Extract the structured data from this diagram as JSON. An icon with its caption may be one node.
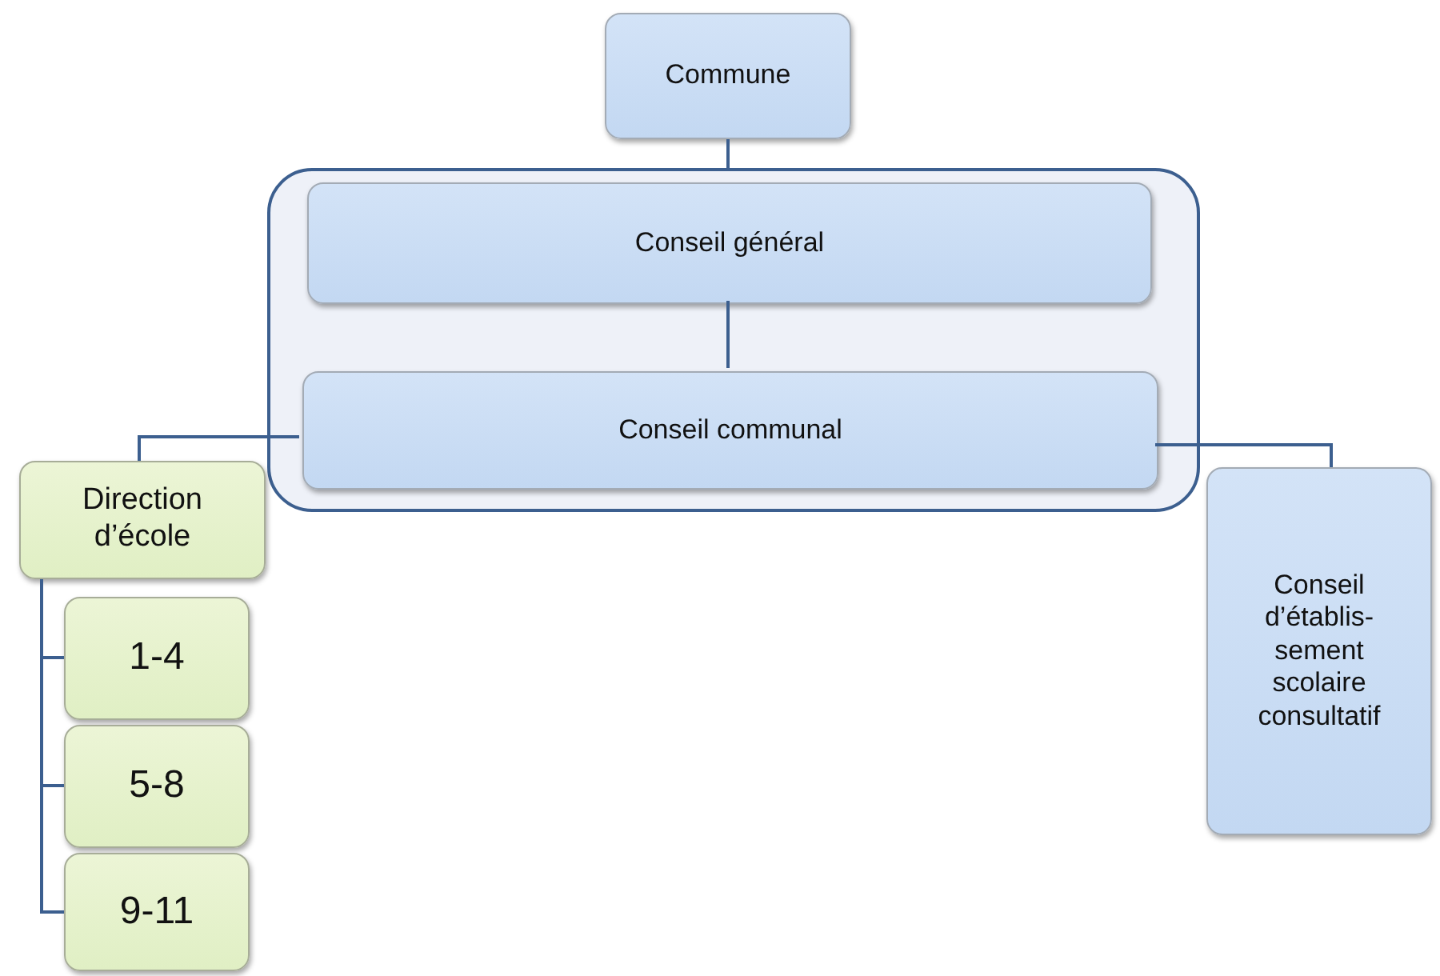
{
  "diagram": {
    "nodes": [
      {
        "text": [
          "Commune"
        ]
      },
      {
        "text": [],
        "shape": "box"
      },
      {
        "text": [
          "Conseil général"
        ],
        "in": 1
      },
      {
        "text": [
          "Conseil communal"
        ],
        "in": 1
      },
      {
        "text": [
          "Direction d’école"
        ]
      },
      {
        "text": [
          "1-4"
        ]
      },
      {
        "text": [
          "5-8"
        ]
      },
      {
        "text": [
          "9-11"
        ]
      },
      {
        "text": [
          "Conseil d’établis- sement scolaire consultatif"
        ]
      }
    ],
    "edges": [
      {
        "from": 0,
        "to": 1,
        "arrow": "none"
      },
      {
        "from": 2,
        "to": 3,
        "arrow": "none"
      },
      {
        "from": 3,
        "to": 4,
        "arrow": "none"
      },
      {
        "from": 3,
        "to": 8,
        "arrow": "none"
      },
      {
        "from": 4,
        "to": 5,
        "arrow": "none"
      },
      {
        "from": 4,
        "to": 6,
        "arrow": "none"
      },
      {
        "from": 4,
        "to": 7,
        "arrow": "none"
      }
    ]
  }
}
